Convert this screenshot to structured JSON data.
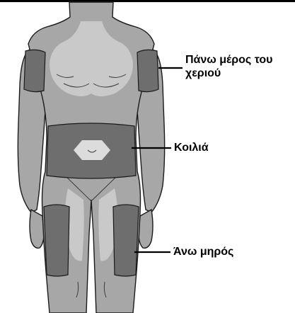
{
  "labels": {
    "upper_arm_line1": "Πάνω μέρος του",
    "upper_arm_line2": "χεριού",
    "abdomen": "Κοιλιά",
    "thigh": "Άνω μηρός"
  },
  "colors": {
    "body_fill": "#a7a7a7",
    "body_outline": "#1a1a1a",
    "highlight_light": "#c9c9c9",
    "injection_site": "#6e6e6e",
    "navel_patch": "#dcdcdc",
    "leader_line": "#000000",
    "text": "#000000"
  }
}
